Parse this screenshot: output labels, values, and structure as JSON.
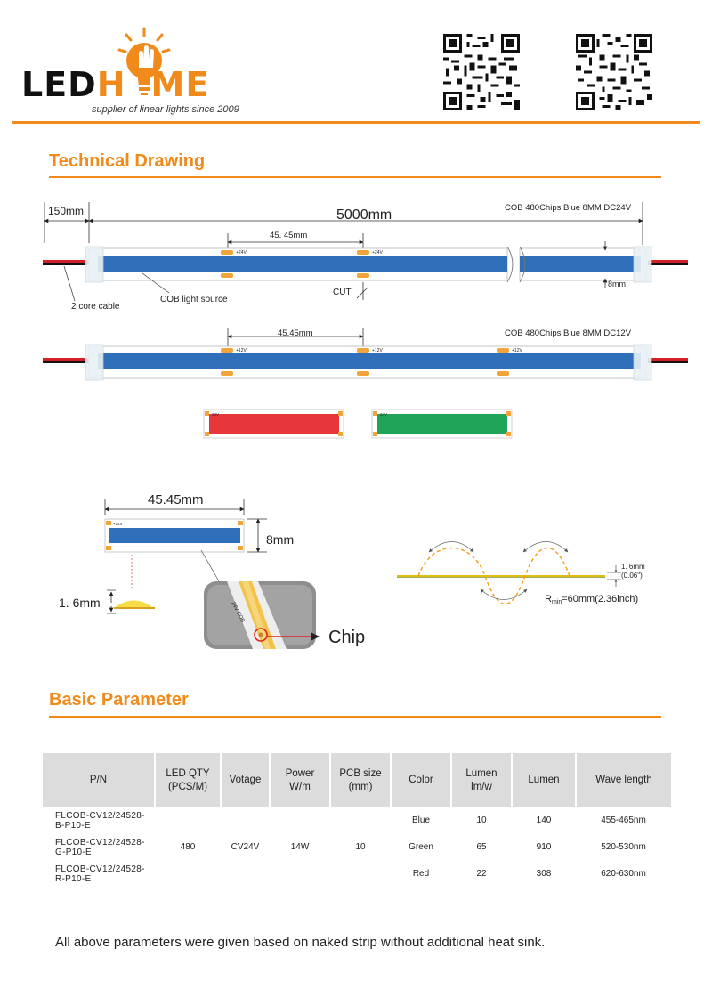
{
  "brand": {
    "led": "LED",
    "h": "H",
    "me": "ME",
    "tagline": "supplier of linear lights since 2009",
    "accent": "#ef8a1b"
  },
  "qr_codes": [
    "qr-code-icon",
    "qr-code-icon"
  ],
  "sections": {
    "technical": "Technical Drawing",
    "basic": "Basic Parameter"
  },
  "drawing": {
    "strip_24v": {
      "lead_length": "150mm",
      "total_length": "5000mm",
      "spec": "COB   480Chips Blue 8MM  DC24V",
      "pitch": "45. 45mm",
      "pad_label": "+24V",
      "cable_label": "2 core cable",
      "source_label": "COB light source",
      "cut_label": "CUT",
      "width_label": "8mm"
    },
    "strip_12v": {
      "pitch": "45.45mm",
      "spec": "COB   480Chips Blue 8MM  DC12V",
      "pad_label": "+12V"
    },
    "swatches": {
      "red_label": "24V",
      "green_label": "24V",
      "red": "#e8373b",
      "green": "#1fa45a",
      "blue": "#2f6eb8"
    },
    "detail": {
      "pitch": "45.45mm",
      "width": "8mm",
      "thickness": "1. 6mm",
      "chip_label": "Chip",
      "pad_label": "+24V"
    },
    "bend": {
      "thickness": "1. 6mm",
      "thickness_in": "(0.06\")",
      "radius_r": "R",
      "radius_sub": "min",
      "radius_value": "=60mm(2.36inch)"
    }
  },
  "table": {
    "headers": [
      "P/N",
      "LED QTY\n(PCS/M)",
      "Votage",
      "Power\nW/m",
      "PCB size\n(mm)",
      "Color",
      "Lumen\nlm/w",
      "Lumen",
      "Wave length"
    ],
    "shared": {
      "led_qty": "480",
      "voltage": "CV24V",
      "power": "14W",
      "pcb_size": "10"
    },
    "rows": [
      {
        "pn": "FLCOB-CV12/24528-\nB-P10-E",
        "color": "Blue",
        "lumen_w": "10",
        "lumen": "140",
        "wave": "455-465nm"
      },
      {
        "pn": "FLCOB-CV12/24528-\nG-P10-E",
        "color": "Green",
        "lumen_w": "65",
        "lumen": "910",
        "wave": "520-530nm"
      },
      {
        "pn": "FLCOB-CV12/24528-\nR-P10-E",
        "color": "Red",
        "lumen_w": "22",
        "lumen": "308",
        "wave": "620-630nm"
      }
    ]
  },
  "footnote": "All above parameters were given based on naked strip without additional heat sink."
}
